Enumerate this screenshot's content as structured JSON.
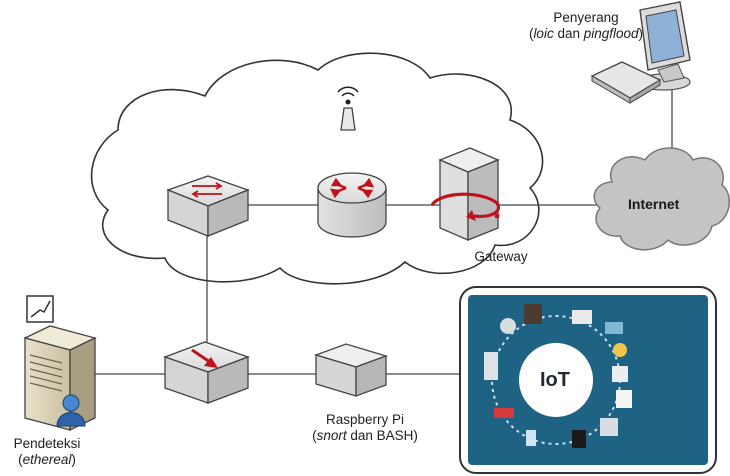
{
  "labels": {
    "attacker_name": "Penyerang",
    "attacker_tools_1": "loic",
    "attacker_tools_sep": " dan ",
    "attacker_tools_2": "pingflood",
    "internet": "Internet",
    "gateway": "Gateway",
    "raspberry_name": "Raspberry Pi",
    "raspberry_tools_1": "snort",
    "raspberry_tools_2": " dan BASH",
    "detector_name": "Pendeteksi",
    "detector_tools": "ethereal",
    "iot": "IoT"
  },
  "colors": {
    "iot_panel": "#1e6384",
    "cloud_gray": "#c4c4c4",
    "arrow_red": "#d0202a",
    "line_gray": "#8a8a8a"
  },
  "icons": [
    "monitor-icon",
    "keyboard-icon",
    "antenna-icon",
    "router-icon",
    "switch-icon",
    "firewall-server-icon",
    "server-icon",
    "user-icon",
    "device-icon",
    "layer3-switch-icon"
  ]
}
